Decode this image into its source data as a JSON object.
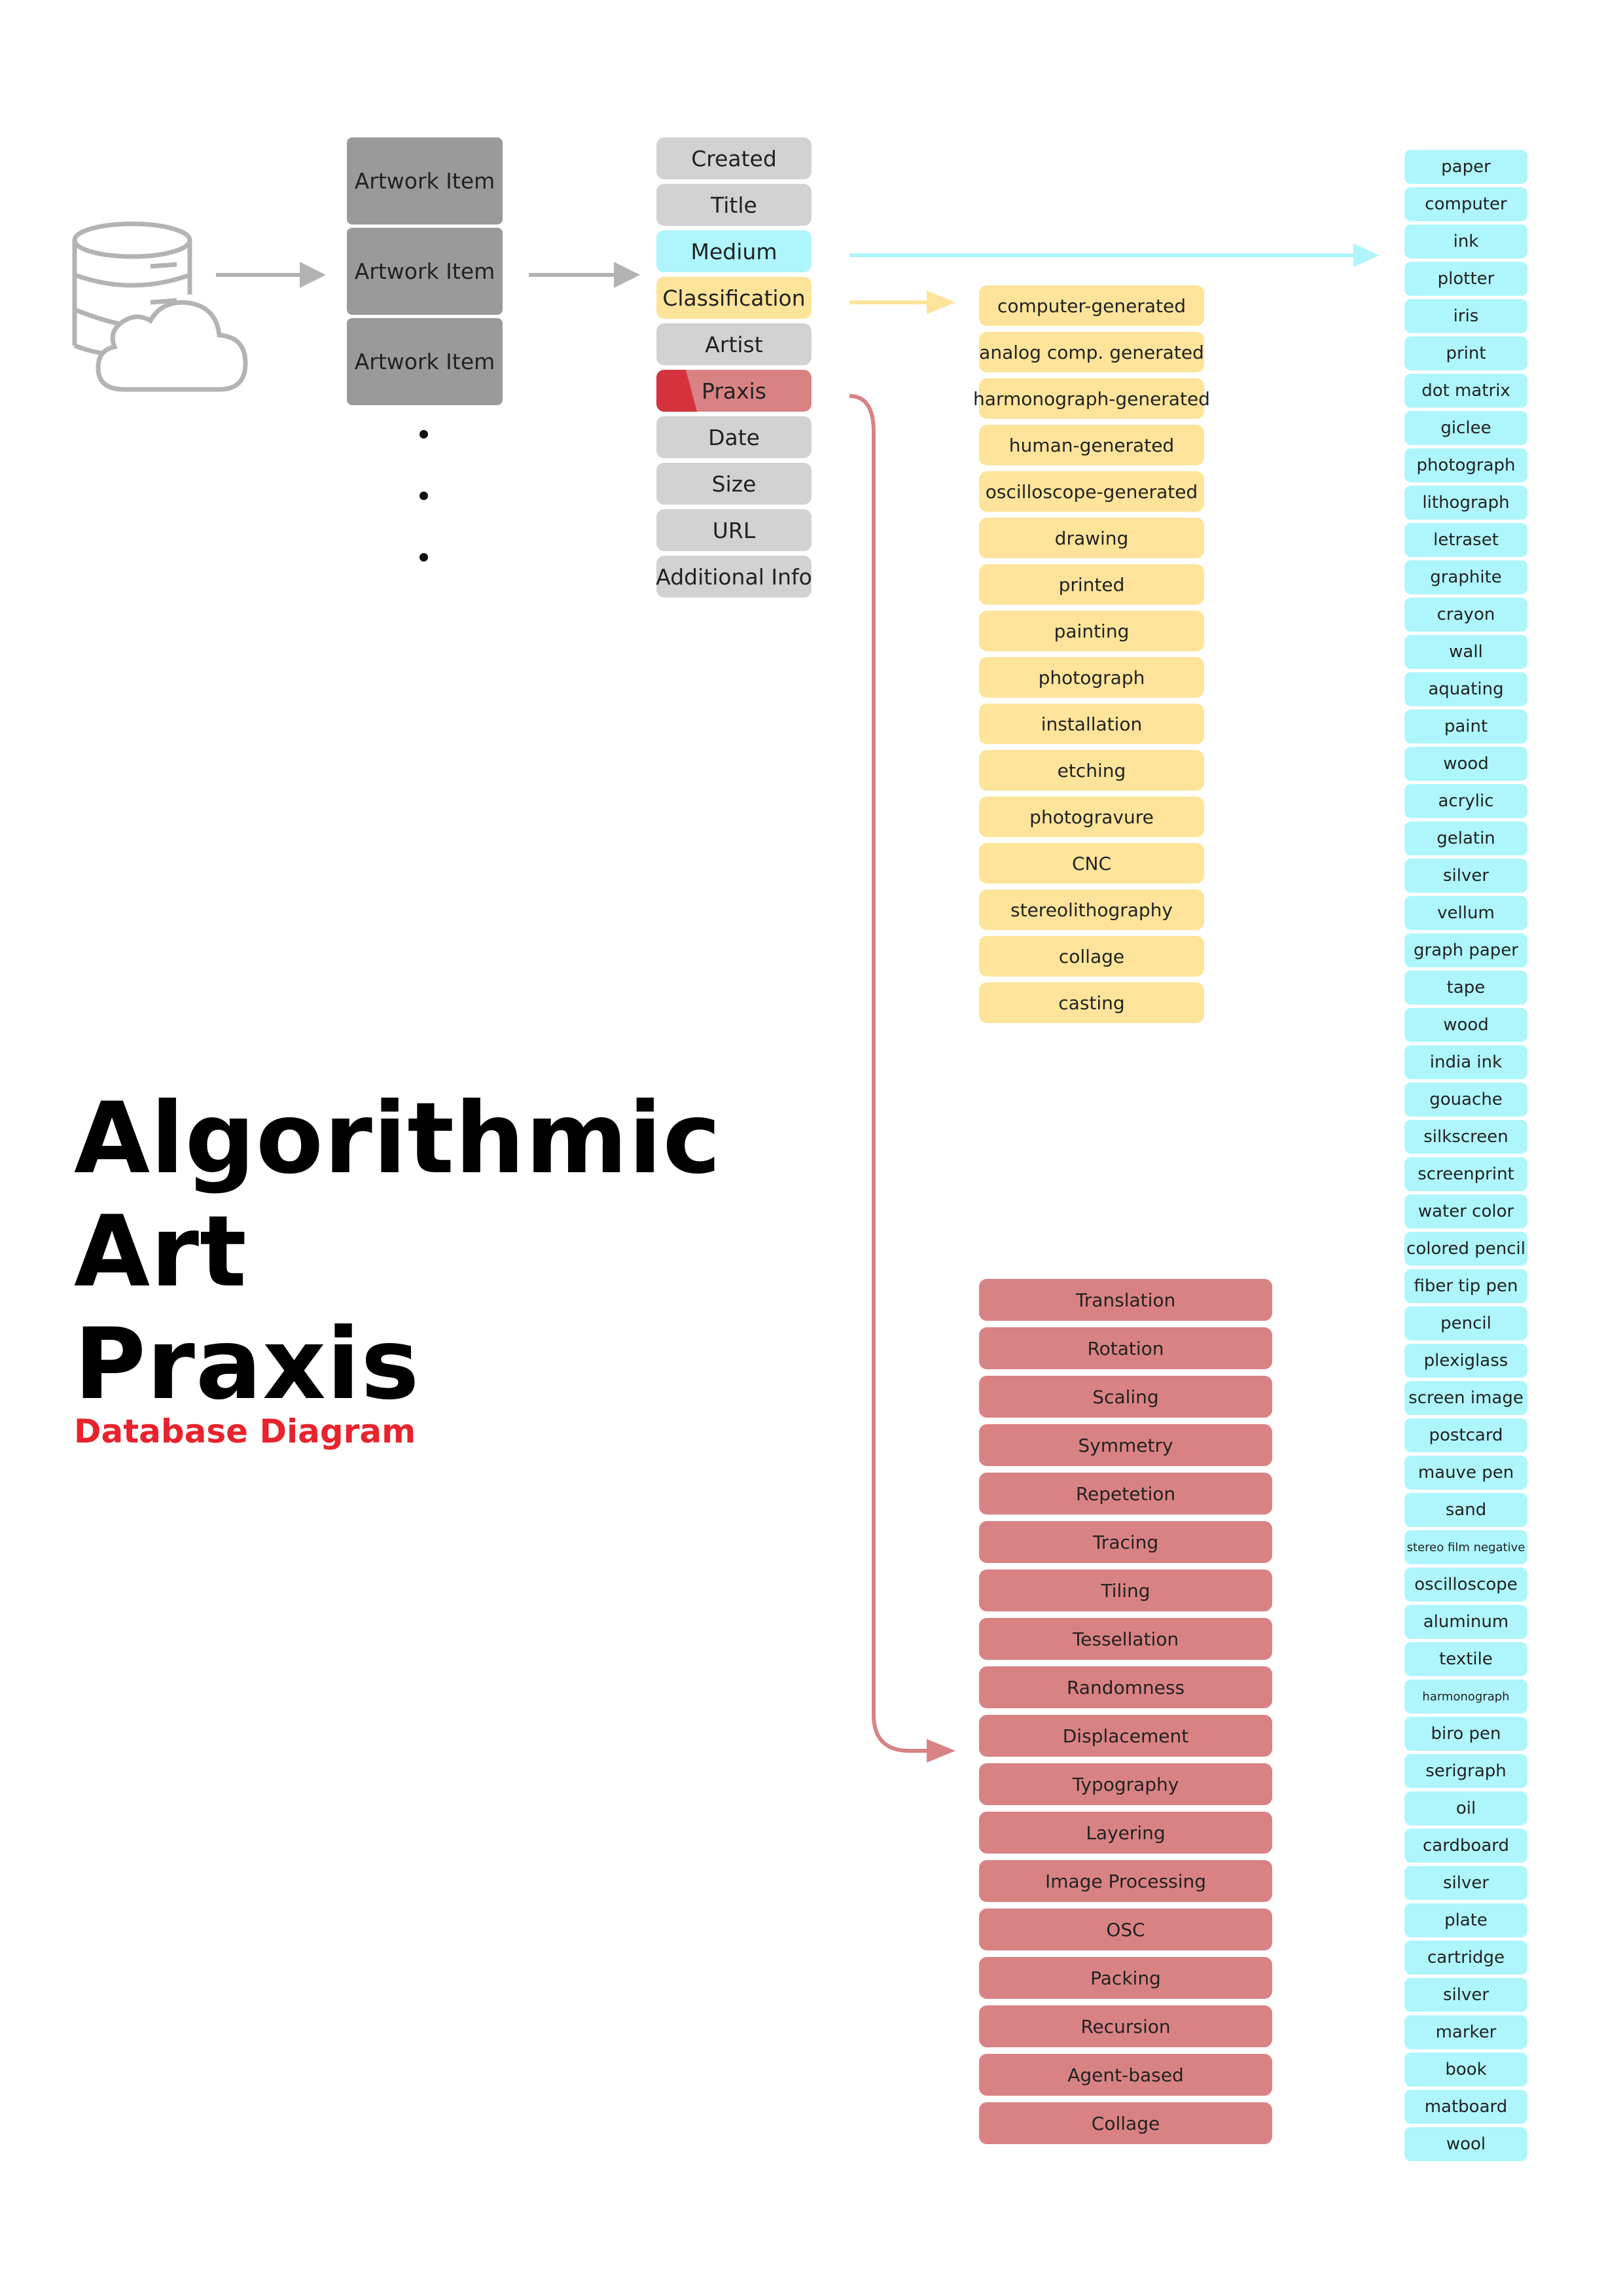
{
  "title": {
    "line1": "Algorithmic",
    "line2": "Art",
    "line3": "Praxis",
    "subtitle": "Database Diagram"
  },
  "icons": {
    "database": "database-cloud-icon"
  },
  "artwork_items": [
    "Artwork Item",
    "Artwork Item",
    "Artwork Item"
  ],
  "fields": {
    "created": "Created",
    "title": "Title",
    "medium": "Medium",
    "classification": "Classification",
    "artist": "Artist",
    "praxis": "Praxis",
    "date": "Date",
    "size": "Size",
    "url": "URL",
    "additional_info": "Additional Info"
  },
  "classification_values": [
    "computer-generated",
    "analog comp. generated",
    "harmonograph-generated",
    "human-generated",
    "oscilloscope-generated",
    "drawing",
    "printed",
    "painting",
    "photograph",
    "installation",
    "etching",
    "photogravure",
    "CNC",
    "stereolithography",
    "collage",
    "casting"
  ],
  "praxis_values": [
    "Translation",
    "Rotation",
    "Scaling",
    "Symmetry",
    "Repetetion",
    "Tracing",
    "Tiling",
    "Tessellation",
    "Randomness",
    "Displacement",
    "Typography",
    "Layering",
    "Image Processing",
    "OSC",
    "Packing",
    "Recursion",
    "Agent-based",
    "Collage"
  ],
  "medium_values": [
    "paper",
    "computer",
    "ink",
    "plotter",
    "iris",
    "print",
    "dot matrix",
    "giclee",
    "photograph",
    "lithograph",
    "letraset",
    "graphite",
    "crayon",
    "wall",
    "aquating",
    "paint",
    "wood",
    "acrylic",
    "gelatin",
    "silver",
    "vellum",
    "graph paper",
    "tape",
    "wood",
    "india ink",
    "gouache",
    "silkscreen",
    "screenprint",
    "water color",
    "colored pencil",
    "fiber tip pen",
    "pencil",
    "plexiglass",
    "screen image",
    "postcard",
    "mauve pen",
    "sand",
    "stereo film negative",
    "oscilloscope",
    "aluminum",
    "textile",
    "harmonograph",
    "biro pen",
    "serigraph",
    "oil",
    "cardboard",
    "silver",
    "plate",
    "cartridge",
    "silver",
    "marker",
    "book",
    "matboard",
    "wool"
  ],
  "colors": {
    "medium": "#aef6fb",
    "classification": "#fde49a",
    "praxis": "#d98284",
    "praxis_accent": "#d4333d",
    "field_gray": "#d2d2d2",
    "artwork_gray": "#9a9a9a",
    "subtitle_red": "#e8232c"
  }
}
